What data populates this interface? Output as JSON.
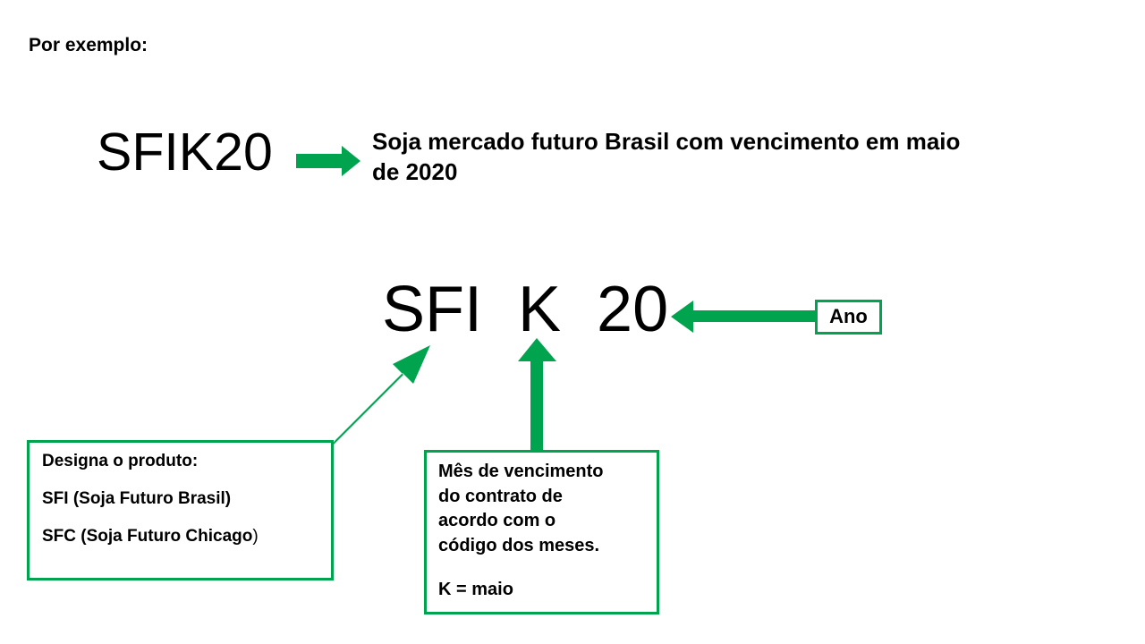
{
  "page": {
    "intro_label": "Por exemplo:",
    "background_color": "#ffffff",
    "accent_color": "#00a44f",
    "text_color": "#000000"
  },
  "example_row": {
    "code": "SFIK20",
    "arrow_icon": "arrow-right-icon",
    "description": "Soja mercado futuro Brasil com vencimento em maio de 2020"
  },
  "breakdown": {
    "code_split": "SFI  K  20",
    "segments": [
      "SFI",
      "K",
      "20"
    ]
  },
  "callouts": {
    "year": {
      "label": "Ano",
      "arrow_icon": "arrow-left-icon"
    },
    "product": {
      "arrow_icon": "arrow-up-right-icon",
      "line1": "Designa o produto:",
      "line2": "SFI (Soja Futuro Brasil)",
      "line3_main": "SFC (Soja Futuro Chicago",
      "line3_tail": ")"
    },
    "month": {
      "arrow_icon": "arrow-up-icon",
      "line1": "Mês de vencimento",
      "line2": "do contrato de",
      "line3": "acordo com o",
      "line4": "código dos meses.",
      "line5": "K = maio"
    }
  }
}
